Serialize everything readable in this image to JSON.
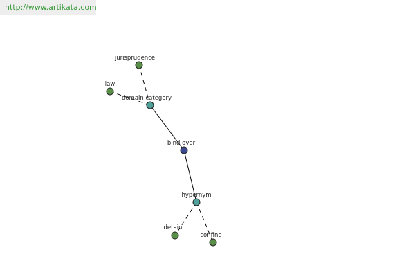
{
  "header": {
    "url": "http://www.artikata.com"
  },
  "colors": {
    "leaf": "#5a8f4a",
    "relation": "#4f9f9a",
    "center": "#3d4a8f"
  },
  "graph": {
    "center": {
      "id": "bind_over",
      "label": "bind over",
      "kind": "center"
    },
    "nodes": [
      {
        "id": "jurisprudence",
        "label": "jurisprudence",
        "kind": "leaf"
      },
      {
        "id": "law",
        "label": "law",
        "kind": "leaf"
      },
      {
        "id": "domain_category",
        "label": "domain category",
        "kind": "relation"
      },
      {
        "id": "bind_over",
        "label": "bind over",
        "kind": "center"
      },
      {
        "id": "hypernym",
        "label": "hypernym",
        "kind": "relation"
      },
      {
        "id": "detain",
        "label": "detain",
        "kind": "leaf"
      },
      {
        "id": "confine",
        "label": "confine",
        "kind": "leaf"
      }
    ],
    "edges": [
      {
        "from": "jurisprudence",
        "to": "domain_category",
        "style": "dashed"
      },
      {
        "from": "law",
        "to": "domain_category",
        "style": "dashed"
      },
      {
        "from": "domain_category",
        "to": "bind_over",
        "style": "solid"
      },
      {
        "from": "bind_over",
        "to": "hypernym",
        "style": "solid"
      },
      {
        "from": "hypernym",
        "to": "detain",
        "style": "dashed"
      },
      {
        "from": "hypernym",
        "to": "confine",
        "style": "dashed"
      }
    ]
  }
}
